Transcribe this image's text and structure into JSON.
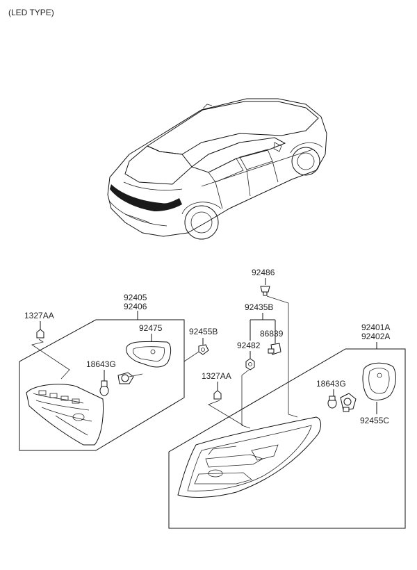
{
  "header": {
    "title": "(LED TYPE)"
  },
  "labels": {
    "p92486": "92486",
    "p92405": "92405",
    "p92406": "92406",
    "p92435B": "92435B",
    "p1327AA_left": "1327AA",
    "p92475": "92475",
    "p92455B": "92455B",
    "p86839": "86839",
    "p92401A": "92401A",
    "p92402A": "92402A",
    "p92482": "92482",
    "p18643G_left": "18643G",
    "p1327AA_right": "1327AA",
    "p18643G_right": "18643G",
    "p92455C": "92455C"
  }
}
